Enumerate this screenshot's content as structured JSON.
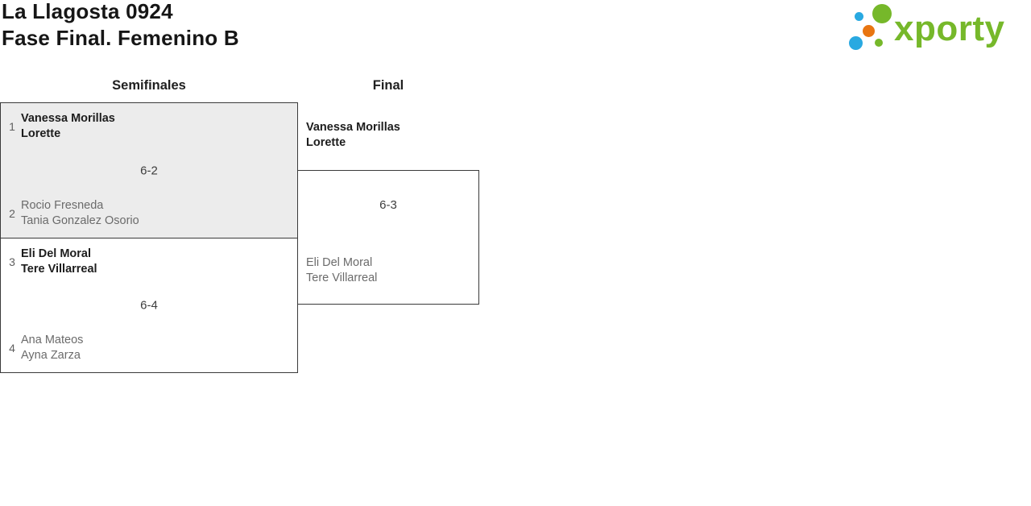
{
  "page": {
    "title_line1": "La Llagosta 0924",
    "title_line2": "Fase Final. Femenino B"
  },
  "logo": {
    "text": "xporty",
    "colors": {
      "green": "#76b82a",
      "blue": "#29a9e1",
      "orange": "#e87511"
    },
    "dots": [
      "blue-small",
      "green-large",
      "orange",
      "blue-large",
      "green-small"
    ]
  },
  "bracket": {
    "round_headers": [
      {
        "label": "Semifinales"
      },
      {
        "label": "Final"
      }
    ],
    "semifinals": [
      {
        "seed_top": "1",
        "top_team": [
          "Vanessa Morillas",
          "Lorette"
        ],
        "seed_bottom": "2",
        "bottom_team": [
          "Rocio Fresneda",
          "Tania Gonzalez Osorio"
        ],
        "score": "6-2",
        "winner": "top"
      },
      {
        "seed_top": "3",
        "top_team": [
          "Eli Del Moral",
          "Tere Villarreal"
        ],
        "seed_bottom": "4",
        "bottom_team": [
          "Ana Mateos",
          "Ayna Zarza"
        ],
        "score": "6-4",
        "winner": "top"
      }
    ],
    "final": {
      "top_team": [
        "Vanessa Morillas",
        "Lorette"
      ],
      "bottom_team": [
        "Eli Del Moral",
        "Tere Villarreal"
      ],
      "score": "6-3",
      "winner": "top"
    }
  },
  "colors": {
    "card_bg_shaded": "#ececec",
    "card_border": "#3a3a3a",
    "winner_text": "#1d1d1d",
    "loser_text": "#6b6b6b",
    "seed_text": "#5f5f5f",
    "score_text": "#3d3d3d"
  }
}
